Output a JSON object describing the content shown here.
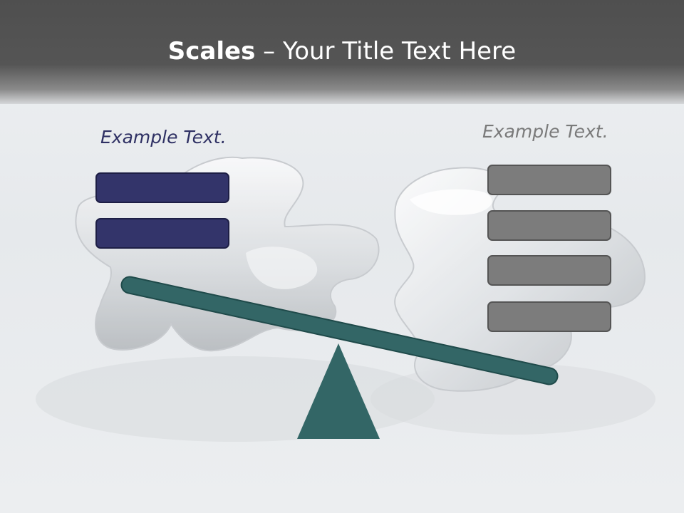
{
  "slide": {
    "title_bold": "Scales",
    "title_rest": " – Your Title Text Here"
  },
  "left_panel": {
    "caption": "Example Text.",
    "box_color": "#33346a",
    "box_count": 2
  },
  "right_panel": {
    "caption": "Example Text.",
    "box_color": "#7c7c7c",
    "box_count": 4
  },
  "scale": {
    "color": "#336666",
    "tilt": "down-right"
  },
  "background": {
    "image": "silver-puzzle-pieces"
  }
}
